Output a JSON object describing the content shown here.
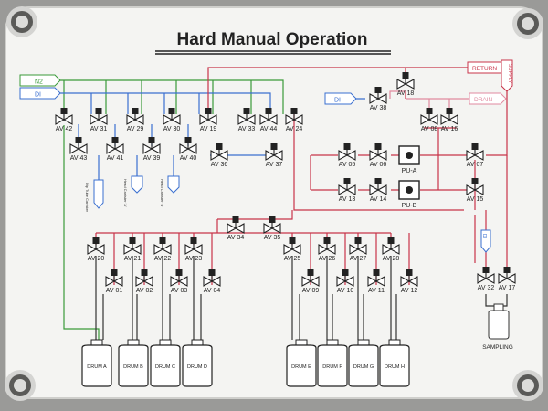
{
  "title": "Hard Manual Operation",
  "colors": {
    "panel": "#f4f4f2",
    "green": "#3a9a3a",
    "blue": "#3a6fd0",
    "red": "#c8344a",
    "pink": "#e08aa0",
    "black": "#222222"
  },
  "tags": {
    "n2": "N2",
    "di": "DI",
    "di_mid": "DI",
    "return": "RETURN",
    "drain": "DRAIN",
    "supply": "SUPPLY"
  },
  "valves": [
    {
      "label": "AV 42"
    },
    {
      "label": "AV 31"
    },
    {
      "label": "AV 29"
    },
    {
      "label": "AV 30"
    },
    {
      "label": "AV 19"
    },
    {
      "label": "AV 33"
    },
    {
      "label": "AV 44"
    },
    {
      "label": "AV 24"
    },
    {
      "label": "AV 43"
    },
    {
      "label": "AV 41"
    },
    {
      "label": "AV 39"
    },
    {
      "label": "AV 40"
    },
    {
      "label": "AV 36"
    },
    {
      "label": "AV 37"
    },
    {
      "label": "AV 38"
    },
    {
      "label": "AV 18"
    },
    {
      "label": "AV 08"
    },
    {
      "label": "AV 16"
    },
    {
      "label": "AV 05"
    },
    {
      "label": "AV 06"
    },
    {
      "label": "AV 07"
    },
    {
      "label": "AV 13"
    },
    {
      "label": "AV 14"
    },
    {
      "label": "AV 15"
    },
    {
      "label": "AV 34"
    },
    {
      "label": "AV 35"
    },
    {
      "label": "AV 20"
    },
    {
      "label": "AV 21"
    },
    {
      "label": "AV 22"
    },
    {
      "label": "AV 23"
    },
    {
      "label": "AV 25"
    },
    {
      "label": "AV 26"
    },
    {
      "label": "AV 27"
    },
    {
      "label": "AV 28"
    },
    {
      "label": "AV 01"
    },
    {
      "label": "AV 02"
    },
    {
      "label": "AV 03"
    },
    {
      "label": "AV 04"
    },
    {
      "label": "AV 09"
    },
    {
      "label": "AV 10"
    },
    {
      "label": "AV 11"
    },
    {
      "label": "AV 12"
    },
    {
      "label": "AV 32"
    },
    {
      "label": "AV 17"
    }
  ],
  "pumps": [
    {
      "label": "PU-A"
    },
    {
      "label": "PU-B"
    }
  ],
  "drums": [
    {
      "label": "DRUM A"
    },
    {
      "label": "DRUM B"
    },
    {
      "label": "DRUM C"
    },
    {
      "label": "DRUM D"
    },
    {
      "label": "DRUM E"
    },
    {
      "label": "DRUM F"
    },
    {
      "label": "DRUM G"
    },
    {
      "label": "DRUM H"
    }
  ],
  "sensors": [
    {
      "label": "Dip Tube Canister"
    },
    {
      "label": "Head Canister 'A'"
    },
    {
      "label": "Head Canister 'B'"
    }
  ],
  "sampling": "SAMPLING"
}
